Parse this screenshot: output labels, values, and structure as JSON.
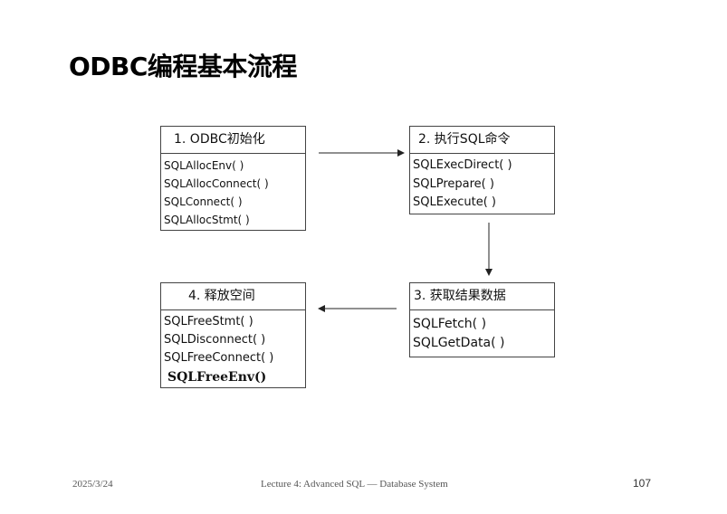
{
  "slide": {
    "title": "ODBC编程基本流程"
  },
  "flow": {
    "steps": [
      {
        "label": "1. ODBC初始化",
        "functions": [
          "SQLAllocEnv( )",
          "SQLAllocConnect( )",
          "SQLConnect( )",
          "SQLAllocStmt( )"
        ]
      },
      {
        "label": "2. 执行SQL命令",
        "functions": [
          "SQLExecDirect( )",
          "SQLPrepare( )",
          "SQLExecute( )"
        ]
      },
      {
        "label": "3. 获取结果数据",
        "functions": [
          "SQLFetch( )",
          "SQLGetData( )"
        ]
      },
      {
        "label": "4. 释放空间",
        "functions": [
          "SQLFreeStmt( )",
          "SQLDisconnect( )",
          "SQLFreeConnect( )",
          "SQLFreeEnv()"
        ]
      }
    ]
  },
  "footer": {
    "date": "2025/3/24",
    "lecture": "Lecture 4: Advanced SQL — Database System",
    "page": "107"
  }
}
